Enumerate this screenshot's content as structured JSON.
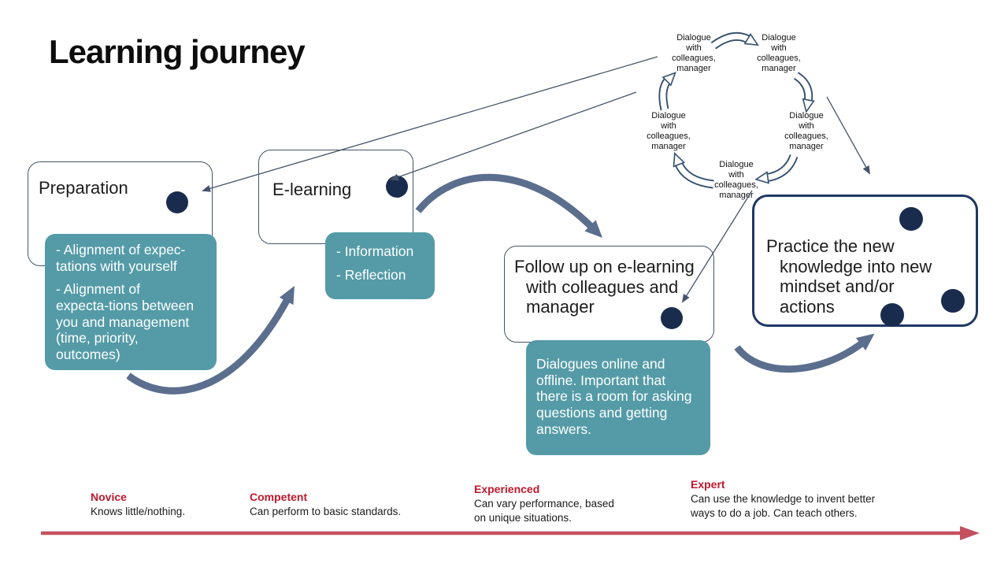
{
  "title": "Learning journey",
  "stages": {
    "preparation": {
      "label": "Preparation",
      "notes": [
        "- Alignment of expec-\ntations with yourself",
        "- Alignment of\nexpecta-tions between\nyou and management\n(time, priority,\noutcomes)"
      ]
    },
    "elearning": {
      "label": "E-learning",
      "notes": [
        "- Information",
        "- Reflection"
      ]
    },
    "followup": {
      "label": "Follow up on e-learning\nwith colleagues and\nmanager",
      "note": "Dialogues online and\noffline. Important that\nthere is a room for asking\nquestions and getting\nanswers."
    },
    "practice": {
      "label": "Practice the new\nknowledge into new\nmindset and/or\nactions"
    }
  },
  "cycle": {
    "node_label": "Dialogue\nwith\ncolleagues,\nmanager"
  },
  "levels": [
    {
      "name": "Novice",
      "description": "Knows little/nothing."
    },
    {
      "name": "Competent",
      "description": "Can perform to basic standards."
    },
    {
      "name": "Experienced",
      "description": "Can vary performance, based\non unique situations."
    },
    {
      "name": "Expert",
      "description": "Can use the knowledge to invent better\nways to do a job. Can teach others."
    }
  ],
  "colors": {
    "teal_note": "#549BA7",
    "navy_dot": "#1A2C4E",
    "box_border": "#44546A",
    "practice_border": "#1F3864",
    "curved_arrow": "#5B6E8E",
    "level_heading_red": "#C0182C",
    "timeline_arrow_red": "#C4525E"
  }
}
